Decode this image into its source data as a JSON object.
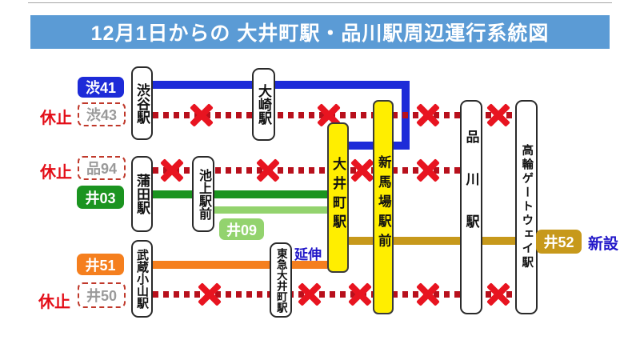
{
  "title": "12月1日からの 大井町駅・品川駅周辺運行系統図",
  "status_labels": {
    "suspended": "休止",
    "extended": "延伸",
    "new": "新設"
  },
  "stations": [
    {
      "name": "渋谷駅",
      "highlight": false
    },
    {
      "name": "大崎駅",
      "highlight": false
    },
    {
      "name": "蒲田駅",
      "highlight": false
    },
    {
      "name": "池上駅前",
      "highlight": false
    },
    {
      "name": "武蔵小山駅",
      "highlight": false
    },
    {
      "name": "東急大井町駅",
      "highlight": false
    },
    {
      "name": "大井町駅",
      "highlight": true
    },
    {
      "name": "新馬場駅前",
      "highlight": true
    },
    {
      "name": "品川駅",
      "highlight": false
    },
    {
      "name": "高輪ゲートウェイ駅",
      "highlight": false
    }
  ],
  "routes": [
    {
      "label": "渋41",
      "status": "active",
      "line_style": "solid",
      "color": "#1d2bd8",
      "from": "渋谷駅",
      "to": "大井町駅",
      "via": [
        "大崎駅",
        "新馬場駅前"
      ]
    },
    {
      "label": "渋43",
      "status": "suspended",
      "line_style": "dashed",
      "color": "#b8101c",
      "from": "渋谷駅",
      "to": "高輪ゲートウェイ駅",
      "via": [
        "大崎駅"
      ]
    },
    {
      "label": "品94",
      "status": "suspended",
      "line_style": "dashed",
      "color": "#b8101c",
      "from": "蒲田駅",
      "to": "品川駅",
      "via": [
        "池上駅前"
      ]
    },
    {
      "label": "井03",
      "status": "active",
      "line_style": "solid",
      "color": "#1b9420",
      "from": "蒲田駅",
      "to": "大井町駅",
      "via": [
        "池上駅前"
      ]
    },
    {
      "label": "井09",
      "status": "active",
      "line_style": "solid",
      "color": "#93d36e",
      "from": "池上駅前",
      "to": "大井町駅",
      "via": []
    },
    {
      "label": "井51",
      "status": "extended",
      "line_style": "solid",
      "color": "#f57f1e",
      "from": "武蔵小山駅",
      "to": "大井町駅",
      "via": [
        "東急大井町駅"
      ]
    },
    {
      "label": "井50",
      "status": "suspended",
      "line_style": "dashed",
      "color": "#b8101c",
      "from": "武蔵小山駅",
      "to": "高輪ゲートウェイ駅",
      "via": [
        "東急大井町駅"
      ]
    },
    {
      "label": "井52",
      "status": "new",
      "line_style": "solid",
      "color": "#c7991b",
      "from": "大井町駅",
      "to": "高輪ゲートウェイ駅",
      "via": [
        "新馬場駅前",
        "品川駅"
      ]
    }
  ],
  "colors": {
    "title_bar": "#5b9bd5",
    "active_blue": "#1d2bd8",
    "suspended_dash_red": "#b8101c",
    "cross_red": "#e81420",
    "green": "#1b9420",
    "light_green": "#93d36e",
    "orange": "#f57f1e",
    "gold": "#c7991b",
    "highlight_yellow": "#ffee00",
    "note_blue": "#2016c8",
    "suspended_text_gray": "#9a9a9a"
  }
}
